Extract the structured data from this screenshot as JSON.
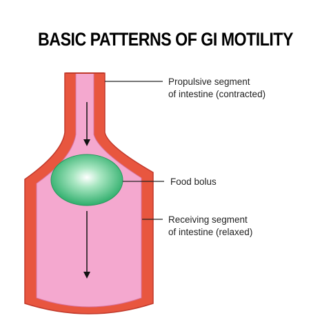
{
  "title": "BASIC PATTERNS OF GI MOTILITY",
  "labels": {
    "propulsive_line1": "Propulsive segment",
    "propulsive_line2": "of intestine (contracted)",
    "bolus": "Food bolus",
    "receiving_line1": "Receiving segment",
    "receiving_line2": "of intestine (relaxed)"
  },
  "colors": {
    "wall": "#e8563f",
    "wall_outline": "#c0392b",
    "lumen": "#f4a8cf",
    "bolus": "#3cb97a",
    "leader": "#222222"
  }
}
